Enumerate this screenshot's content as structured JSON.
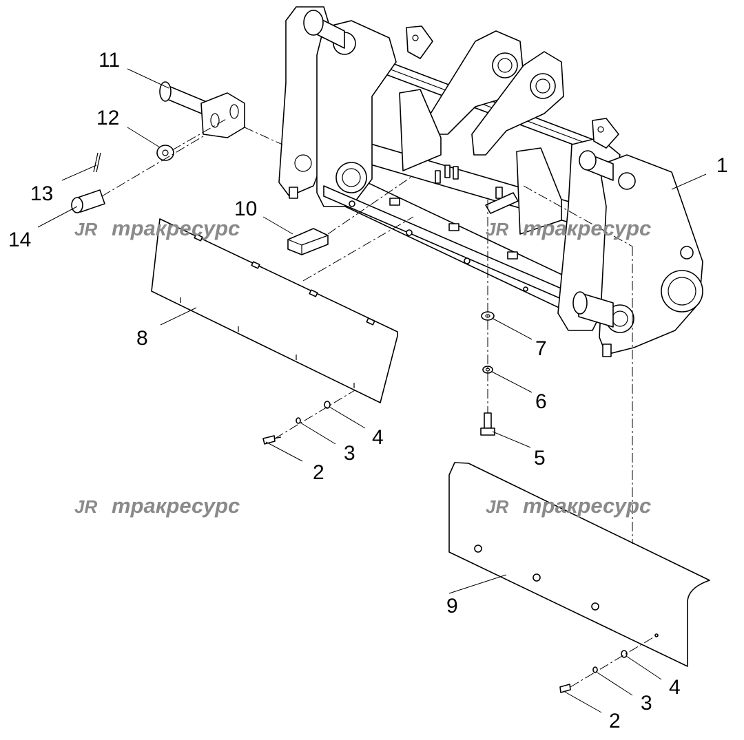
{
  "watermark": {
    "logo": "ЈR",
    "text": "тракресурс"
  },
  "callouts": {
    "c1": "1",
    "c2a": "2",
    "c2b": "2",
    "c3a": "3",
    "c3b": "3",
    "c4a": "4",
    "c4b": "4",
    "c5": "5",
    "c6": "6",
    "c7": "7",
    "c8": "8",
    "c9": "9",
    "c10": "10",
    "c11": "11",
    "c12": "12",
    "c13": "13",
    "c14": "14"
  }
}
